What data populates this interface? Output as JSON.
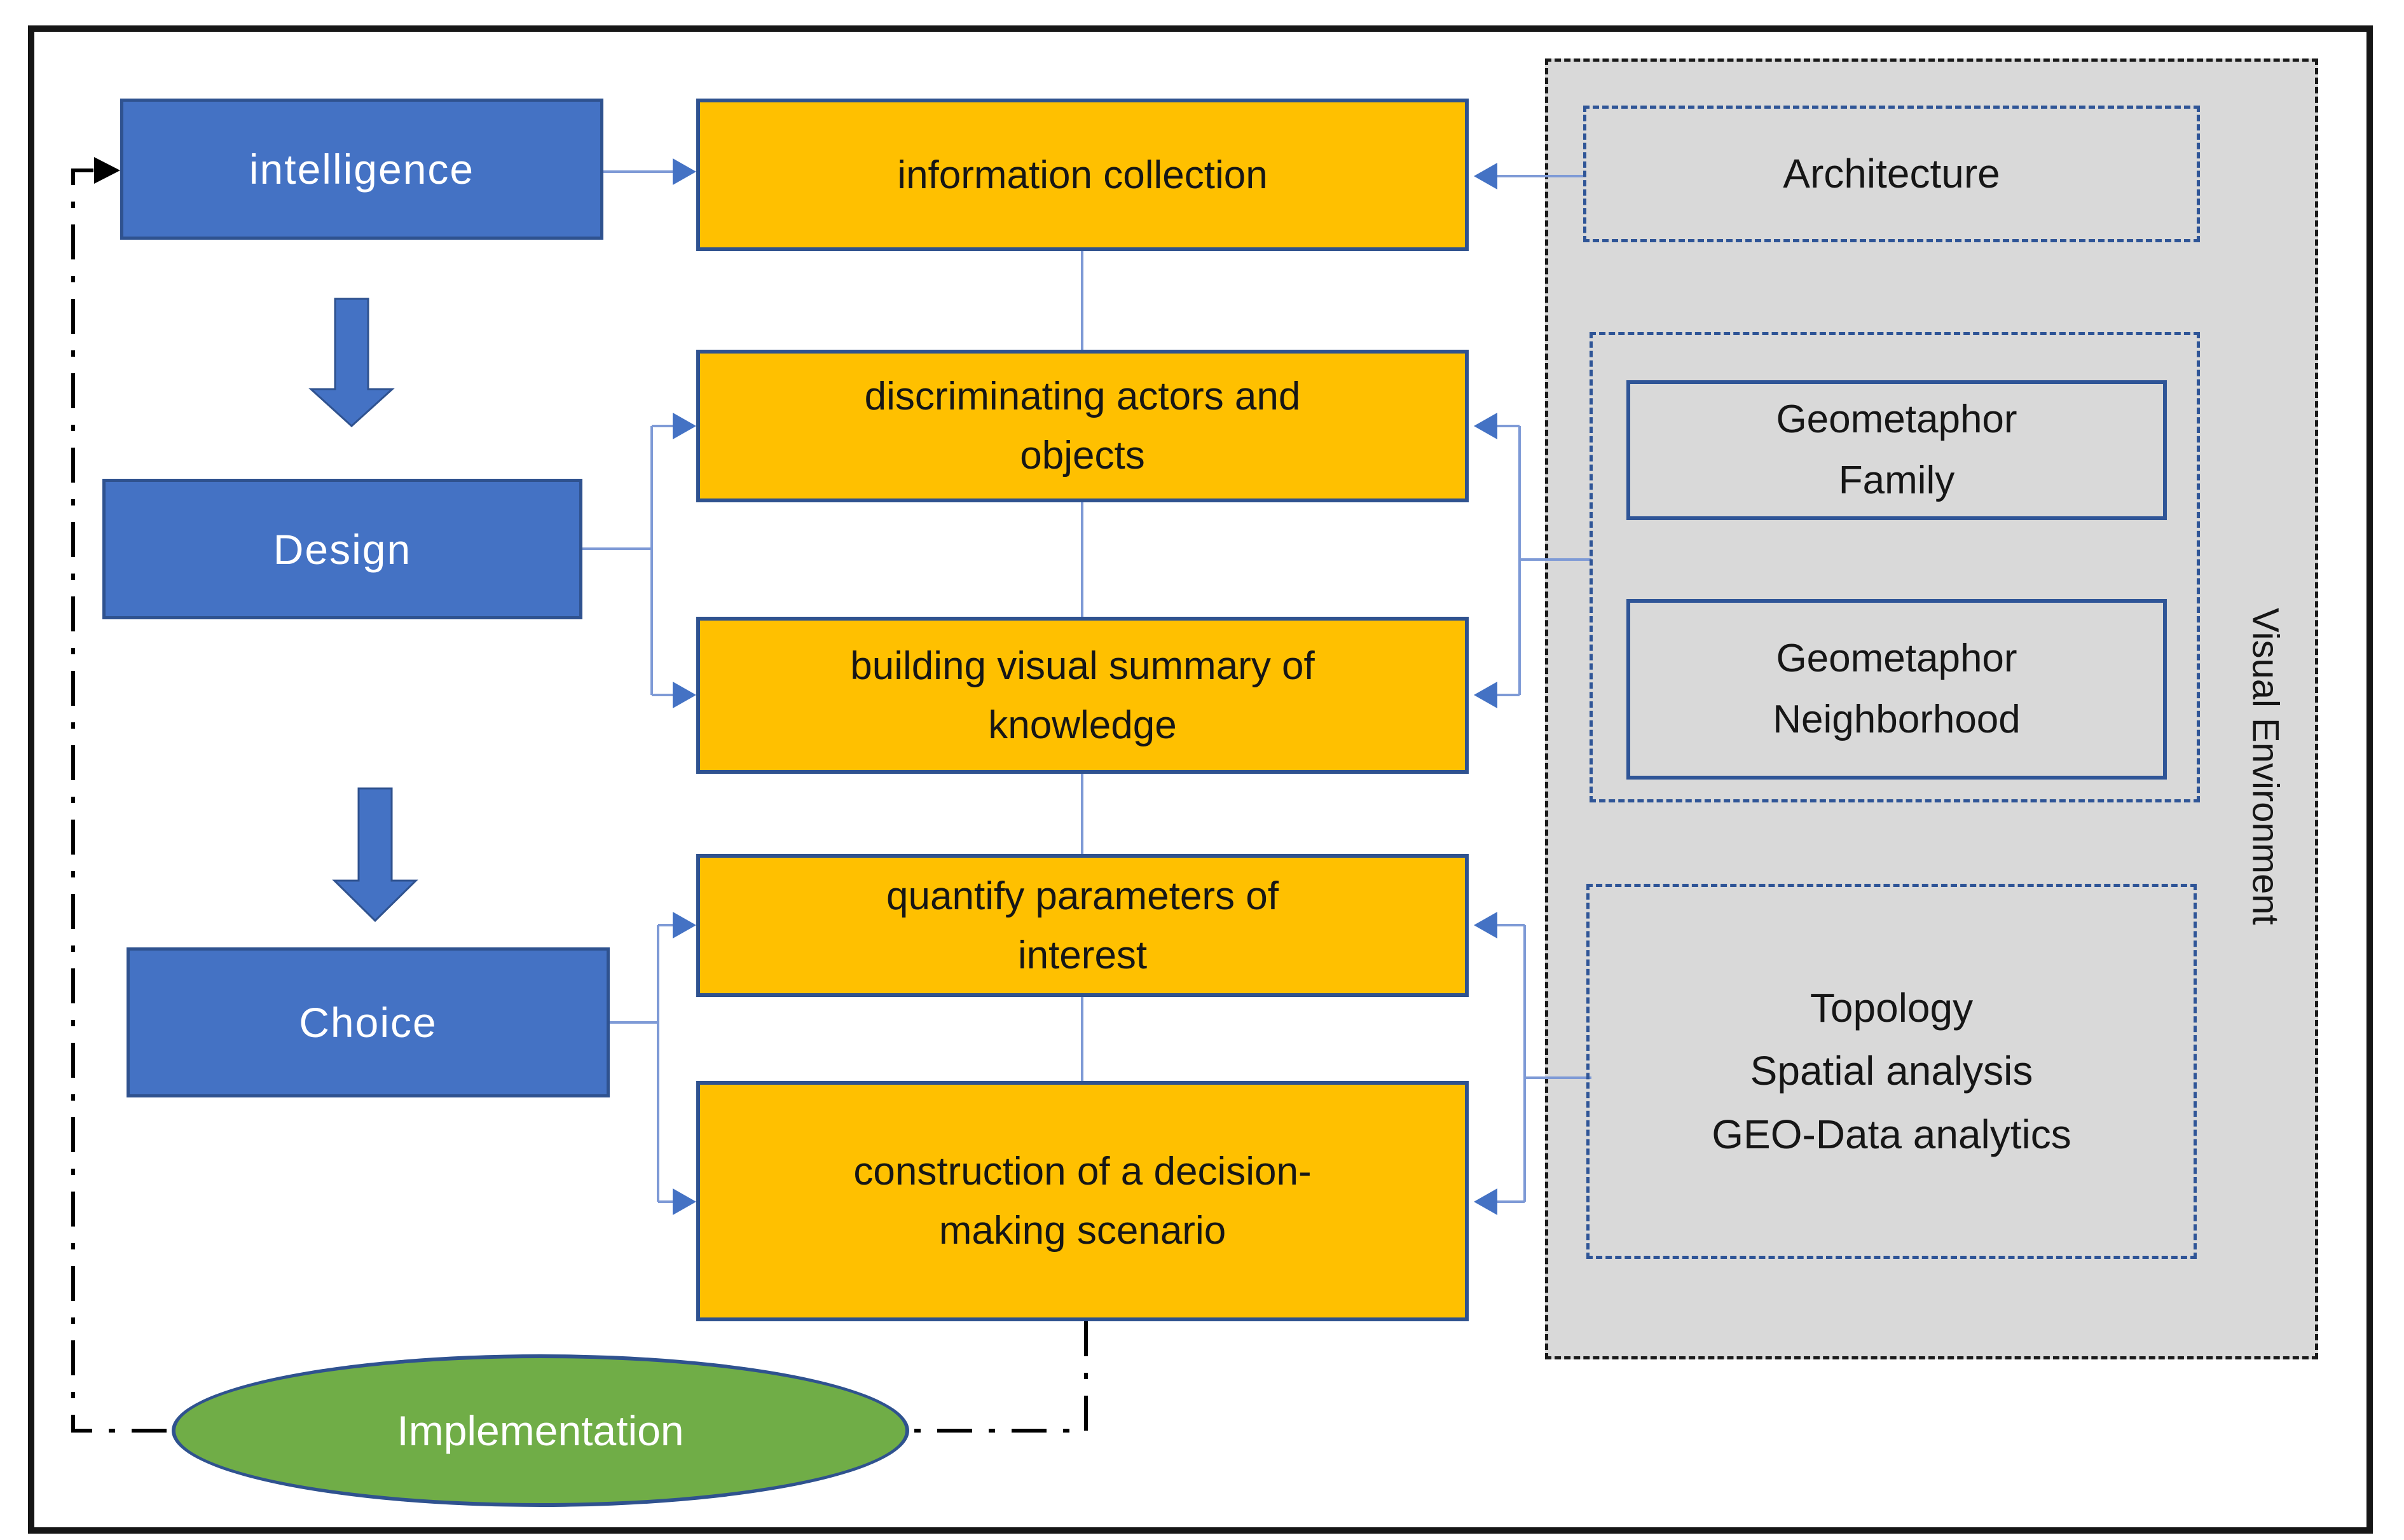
{
  "figure": {
    "stages": {
      "intelligence": "intelligence",
      "design": "Design",
      "choice": "Choice",
      "implementation": "Implementation"
    },
    "tasks": {
      "information_collection": [
        "information collection"
      ],
      "discriminating": [
        "discriminating actors and",
        "objects"
      ],
      "building": [
        "building visual summary of",
        "knowledge"
      ],
      "quantify": [
        "quantify parameters of",
        "interest"
      ],
      "construction": [
        "construction of a decision-",
        "making scenario"
      ]
    },
    "environment": {
      "title": "Visual Environment",
      "architecture": "Architecture",
      "geometaphor_family": [
        "Geometaphor",
        "Family"
      ],
      "geometaphor_neighborhood": [
        "Geometaphor",
        "Neighborhood"
      ],
      "analytics": [
        "Topology",
        "Spatial analysis",
        "GEO-Data analytics"
      ]
    },
    "icons": {
      "down_block_arrow": "⬇",
      "connector_arrowhead": "▶",
      "feedback_arrowhead": "▶"
    },
    "colors": {
      "stage_fill": "#4472C4",
      "stage_border": "#2F528F",
      "task_fill": "#FFC000",
      "task_border": "#2F528F",
      "implementation_fill": "#70AD47",
      "panel_fill": "#D9D9D9",
      "panel_border": "#1A1A1A",
      "dashed_box_border": "#2F5597",
      "connector": "#7E9AD6",
      "arrowhead": "#4472C4",
      "feedback_line": "#000000"
    }
  }
}
